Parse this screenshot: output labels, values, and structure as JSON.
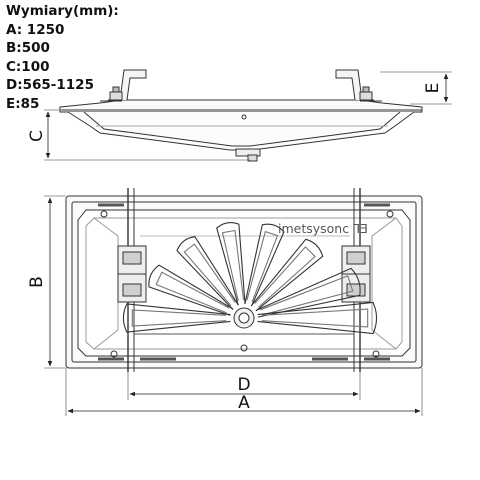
{
  "spec": {
    "title": "Wymiary(mm):",
    "lines": [
      "A: 1250",
      "B:500",
      "C:100",
      "D:565-1125",
      "E:85"
    ]
  },
  "labels": {
    "a": "A",
    "b": "B",
    "c": "C",
    "d": "D",
    "e": "E"
  },
  "brand": "imetsysonc ⅂Ǝ"
}
